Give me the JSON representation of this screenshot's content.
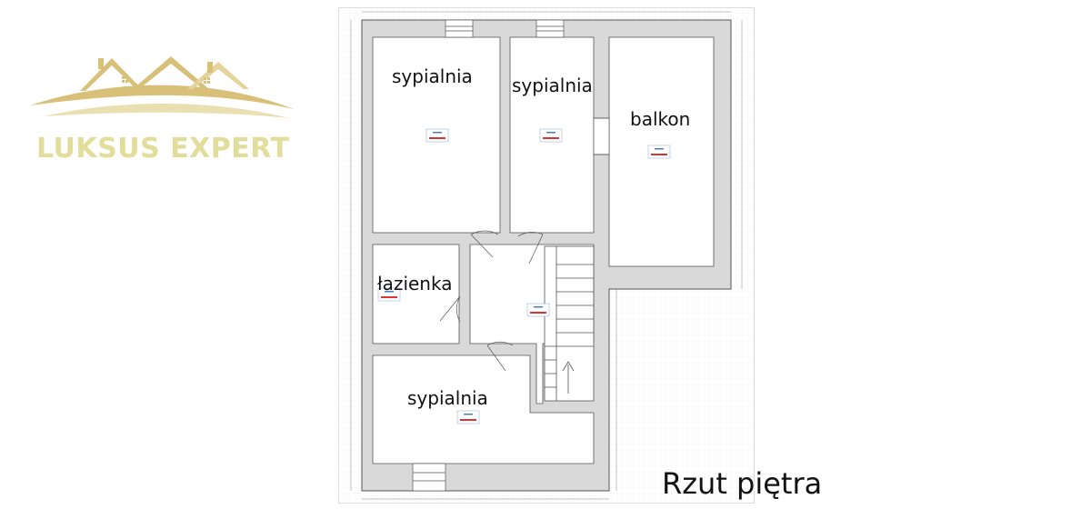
{
  "logo": {
    "text": "LUKSUS EXPERT",
    "colors": {
      "gold": "#d9c079",
      "gold_light": "#eadfb0",
      "text": "#e2dd9a"
    }
  },
  "floor_plan": {
    "rooms": [
      {
        "id": "bedroom-1",
        "name": "sypialnia"
      },
      {
        "id": "bedroom-2",
        "name": "sypialnia"
      },
      {
        "id": "balcony",
        "name": "balkon"
      },
      {
        "id": "bathroom",
        "name": "łazienka"
      },
      {
        "id": "bedroom-3",
        "name": "sypialnia"
      }
    ],
    "colors": {
      "wall": "#d9d9d9",
      "wall_edge": "#555555",
      "grid": "#eeeeee"
    }
  },
  "caption": "Rzut piętra"
}
